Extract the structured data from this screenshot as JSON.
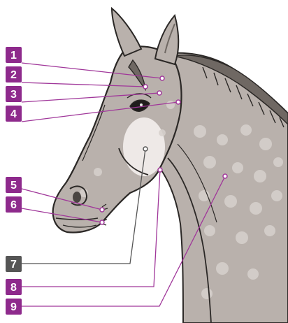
{
  "diagram": {
    "illustration": "horse-head-dapple-grey",
    "colors": {
      "badge_purple": "#8e2a8c",
      "badge_grey": "#555555",
      "leader_purple": "#a0379a",
      "leader_grey": "#555555",
      "coat": "#b9b1ac",
      "coat_shadow": "#8f8782",
      "outline": "#2b2826",
      "highlight": "#f2eeeb"
    },
    "labels": [
      {
        "number": "1",
        "color": "purple"
      },
      {
        "number": "2",
        "color": "purple"
      },
      {
        "number": "3",
        "color": "purple"
      },
      {
        "number": "4",
        "color": "purple"
      },
      {
        "number": "5",
        "color": "purple"
      },
      {
        "number": "6",
        "color": "purple"
      },
      {
        "number": "7",
        "color": "grey"
      },
      {
        "number": "8",
        "color": "purple"
      },
      {
        "number": "9",
        "color": "purple"
      }
    ]
  }
}
